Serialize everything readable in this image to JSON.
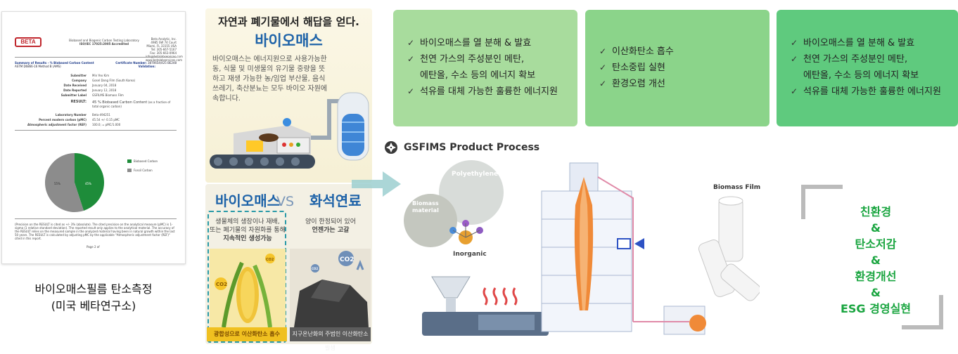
{
  "certificate": {
    "logo": "BETA",
    "head_line1": "Biobased and Biogenic Carbon Testing Laboratory",
    "head_line2": "ISO/IEC 17025:2005 Accredited",
    "address": [
      "Beta Analytic, Inc.",
      "4985 SW 74 Court",
      "Miami, FL 33155 USA",
      "Tel: 305-667-5167",
      "Fax: 305-663-0964",
      "info@betalabservices.com",
      "www.betalabservices.com"
    ],
    "summary": "Summary of Results - % Biobased Carbon Content",
    "standard": "ASTM D6866-16 Method B (AMS)",
    "cert_number_label": "Certificate Number:",
    "cert_number": "3870654/425 BE248",
    "validation_label": "Validation:",
    "rows": [
      {
        "k": "Submitter",
        "v": "Min Yeo Kim"
      },
      {
        "k": "Company",
        "v": "Gosel Dong Film (South Korea)"
      },
      {
        "k": "Date Received",
        "v": "January 04, 2018"
      },
      {
        "k": "Date Reported",
        "v": "January 12, 2018"
      },
      {
        "k": "Submitter Label",
        "v": "GSFILMS Biomass Film"
      }
    ],
    "result_label": "RESULT:",
    "result_value": "45 % Biobased Carbon Content",
    "result_note": "(as a fraction of total organic carbon)",
    "lab_rows": [
      {
        "k": "Laboratory Number",
        "v": "Beta-494251"
      },
      {
        "k": "Percent modern carbon (pMC)",
        "v": "45.54 +/- 0.15 pMC"
      },
      {
        "k": "Atmospheric adjustment factor (REF)",
        "v": "100.0; = pMC/1.000"
      }
    ],
    "pie_biobased_pct": 45,
    "pie_fossil_pct": 55,
    "pie_label_bio": "45%",
    "pie_label_fossil": "55%",
    "legend_bio": "Biobased Carbon",
    "legend_fossil": "Fossil Carbon",
    "footnote": "(Precision on the RESULT is cited as +/- 3% (absolute). The cited precision on the analytical measure (pMC) is 1-sigma (1 relative standard deviation). The reported result only applies to the analytical material. The accuracy of the RESULT relies on the measured sample in the analyzed material having been in natural growth within the last 50 years. The RESULT is calculated by adjusting pMC by the applicable \"Atmospheric adjustment factor (REF)\" cited in this report.",
    "page": "Page 2 of",
    "colors": {
      "bio": "#1e8c3a",
      "fossil": "#8c8c8c"
    }
  },
  "cert_caption_line1": "바이오매스필름 탄소측정",
  "cert_caption_line2": "(미국 베타연구소)",
  "biomass": {
    "headline": "자연과 폐기물에서 해답을 얻다.",
    "title": "바이오매스",
    "desc": "바이오매스는 에너지원으로 사용가능한 동, 식물 및 미생물의 유기물 중량을 뜻하고 재생 가능한 농/임업 부산물, 음식쓰레기, 축산분뇨는 모두 바이오 자원에 속합니다.",
    "vs_left": "바이오매스",
    "vs_mid": "VS",
    "vs_right": "화석연료",
    "left_desc_1": "생물체의 생장이나 재배,",
    "left_desc_2": "또는 폐기물의 자원화를 통해",
    "left_desc_3": "지속적인 생성가능",
    "right_desc_1": "양이 한정되어 있어",
    "right_desc_2": "언젠가는 고갈",
    "left_tag": "광합성으로 이산화탄소 흡수",
    "right_tag": "지구온난화의 주범인 이산화탄소 발생",
    "co2": "CO2"
  },
  "benefits": [
    {
      "items": [
        "바이오매스를 열 분해 & 발효",
        "천연 가스의 주성분인 메탄,",
        "에탄올, 수소 등의 에너지 확보",
        "석유를 대체 가능한 훌륭한 에너지원"
      ],
      "checks": [
        true,
        true,
        false,
        true
      ],
      "color": "#a8dc9d"
    },
    {
      "items": [
        "이산화탄소 흡수",
        "탄소중립 실현",
        "환경오렴 개선"
      ],
      "checks": [
        true,
        true,
        true
      ],
      "color": "#8bd48a"
    },
    {
      "items": [
        "바이오매스를 열 분해 & 발효",
        "천연 가스의 주성분인 메탄,",
        "에탄올, 수소 등의 에너지 확보",
        "석유를 대체 가능한 훌륭한 에너지원"
      ],
      "checks": [
        true,
        true,
        false,
        true
      ],
      "color": "#5fca7e"
    }
  ],
  "check_glyph": "✓",
  "process": {
    "title": "GSFIMS Product Process",
    "polyethylene": "Polyethylene",
    "biomass_material_1": "Biomass",
    "biomass_material_2": "material",
    "inorganic": "Inorganic",
    "biomass_film": "Biomass Film",
    "icon": "aperture-icon"
  },
  "slogan": [
    "친환경",
    "&",
    "탄소저감",
    "&",
    "환경개선",
    "&",
    "ESG 경영실현"
  ],
  "slogan_color": "#1aa540"
}
